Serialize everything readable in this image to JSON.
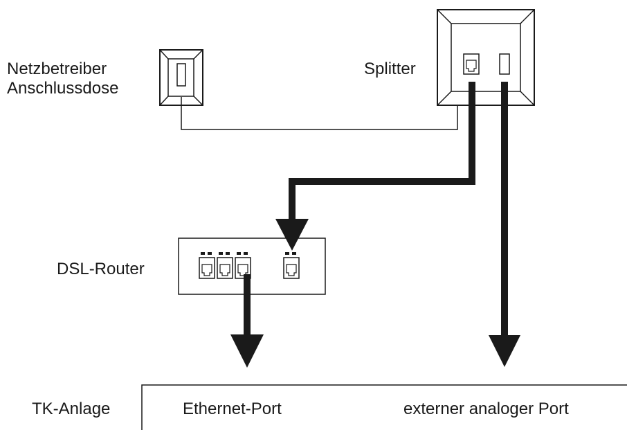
{
  "labels": {
    "netzbetreiber_line1": "Netzbetreiber",
    "netzbetreiber_line2": "Anschlussdose",
    "splitter": "Splitter",
    "dsl_router": "DSL-Router",
    "tk_anlage": "TK-Anlage",
    "ethernet_port": "Ethernet-Port",
    "externer_port": "externer analoger Port"
  },
  "colors": {
    "line": "#1a1a1a",
    "background": "#ffffff"
  }
}
